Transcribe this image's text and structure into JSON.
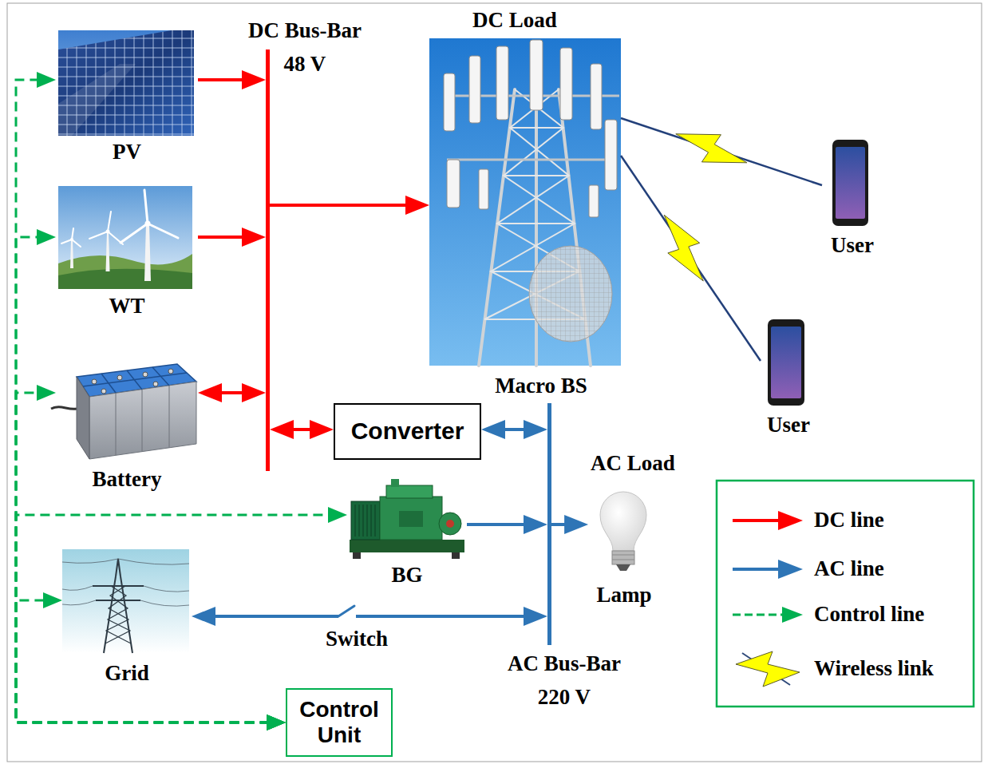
{
  "diagram": {
    "nodes": [
      {
        "text": [
          "PV"
        ]
      },
      {
        "text": [
          "DC Bus-Bar 48 V"
        ]
      },
      {
        "text": [
          "DC Load",
          "Macro BS"
        ]
      },
      {
        "text": [
          "User"
        ]
      },
      {
        "text": [
          "WT"
        ]
      },
      {
        "text": [
          "User"
        ]
      },
      {
        "text": [
          "Battery"
        ]
      },
      {
        "text": [
          "Converter"
        ]
      },
      {
        "text": [
          "AC Bus-Bar 220 V"
        ]
      },
      {
        "text": [
          "AC Load",
          "Lamp"
        ]
      },
      {
        "text": [
          "BG"
        ]
      },
      {
        "text": [
          "Grid"
        ]
      },
      {
        "text": [
          "Control Unit"
        ]
      }
    ],
    "edges": [
      {
        "from": 0,
        "to": 1,
        "arrow": "to"
      },
      {
        "from": 4,
        "to": 1,
        "arrow": "to"
      },
      {
        "from": 1,
        "to": 2,
        "arrow": "to"
      },
      {
        "from": 6,
        "to": 1,
        "arrow": "both"
      },
      {
        "from": 1,
        "to": 7,
        "arrow": "both"
      },
      {
        "from": 7,
        "to": 8,
        "arrow": "both"
      },
      {
        "from": 10,
        "to": 8,
        "arrow": "to"
      },
      {
        "from": 8,
        "to": 9,
        "arrow": "to"
      },
      {
        "from": 11,
        "to": 8,
        "label": "Switch",
        "arrow": "both"
      },
      {
        "from": 2,
        "to": 3,
        "arrow": "none"
      },
      {
        "from": 2,
        "to": 5,
        "arrow": "none"
      },
      {
        "from": 12,
        "to": 0,
        "arrow": "both"
      },
      {
        "from": 12,
        "to": 4,
        "arrow": "both"
      },
      {
        "from": 12,
        "to": 6,
        "arrow": "both"
      },
      {
        "from": 12,
        "to": 10,
        "arrow": "both"
      },
      {
        "from": 12,
        "to": 11,
        "arrow": "both"
      }
    ],
    "legend": [
      {
        "text": "DC line"
      },
      {
        "text": "AC line"
      },
      {
        "text": "Control line"
      },
      {
        "text": "Wireless link"
      }
    ]
  }
}
